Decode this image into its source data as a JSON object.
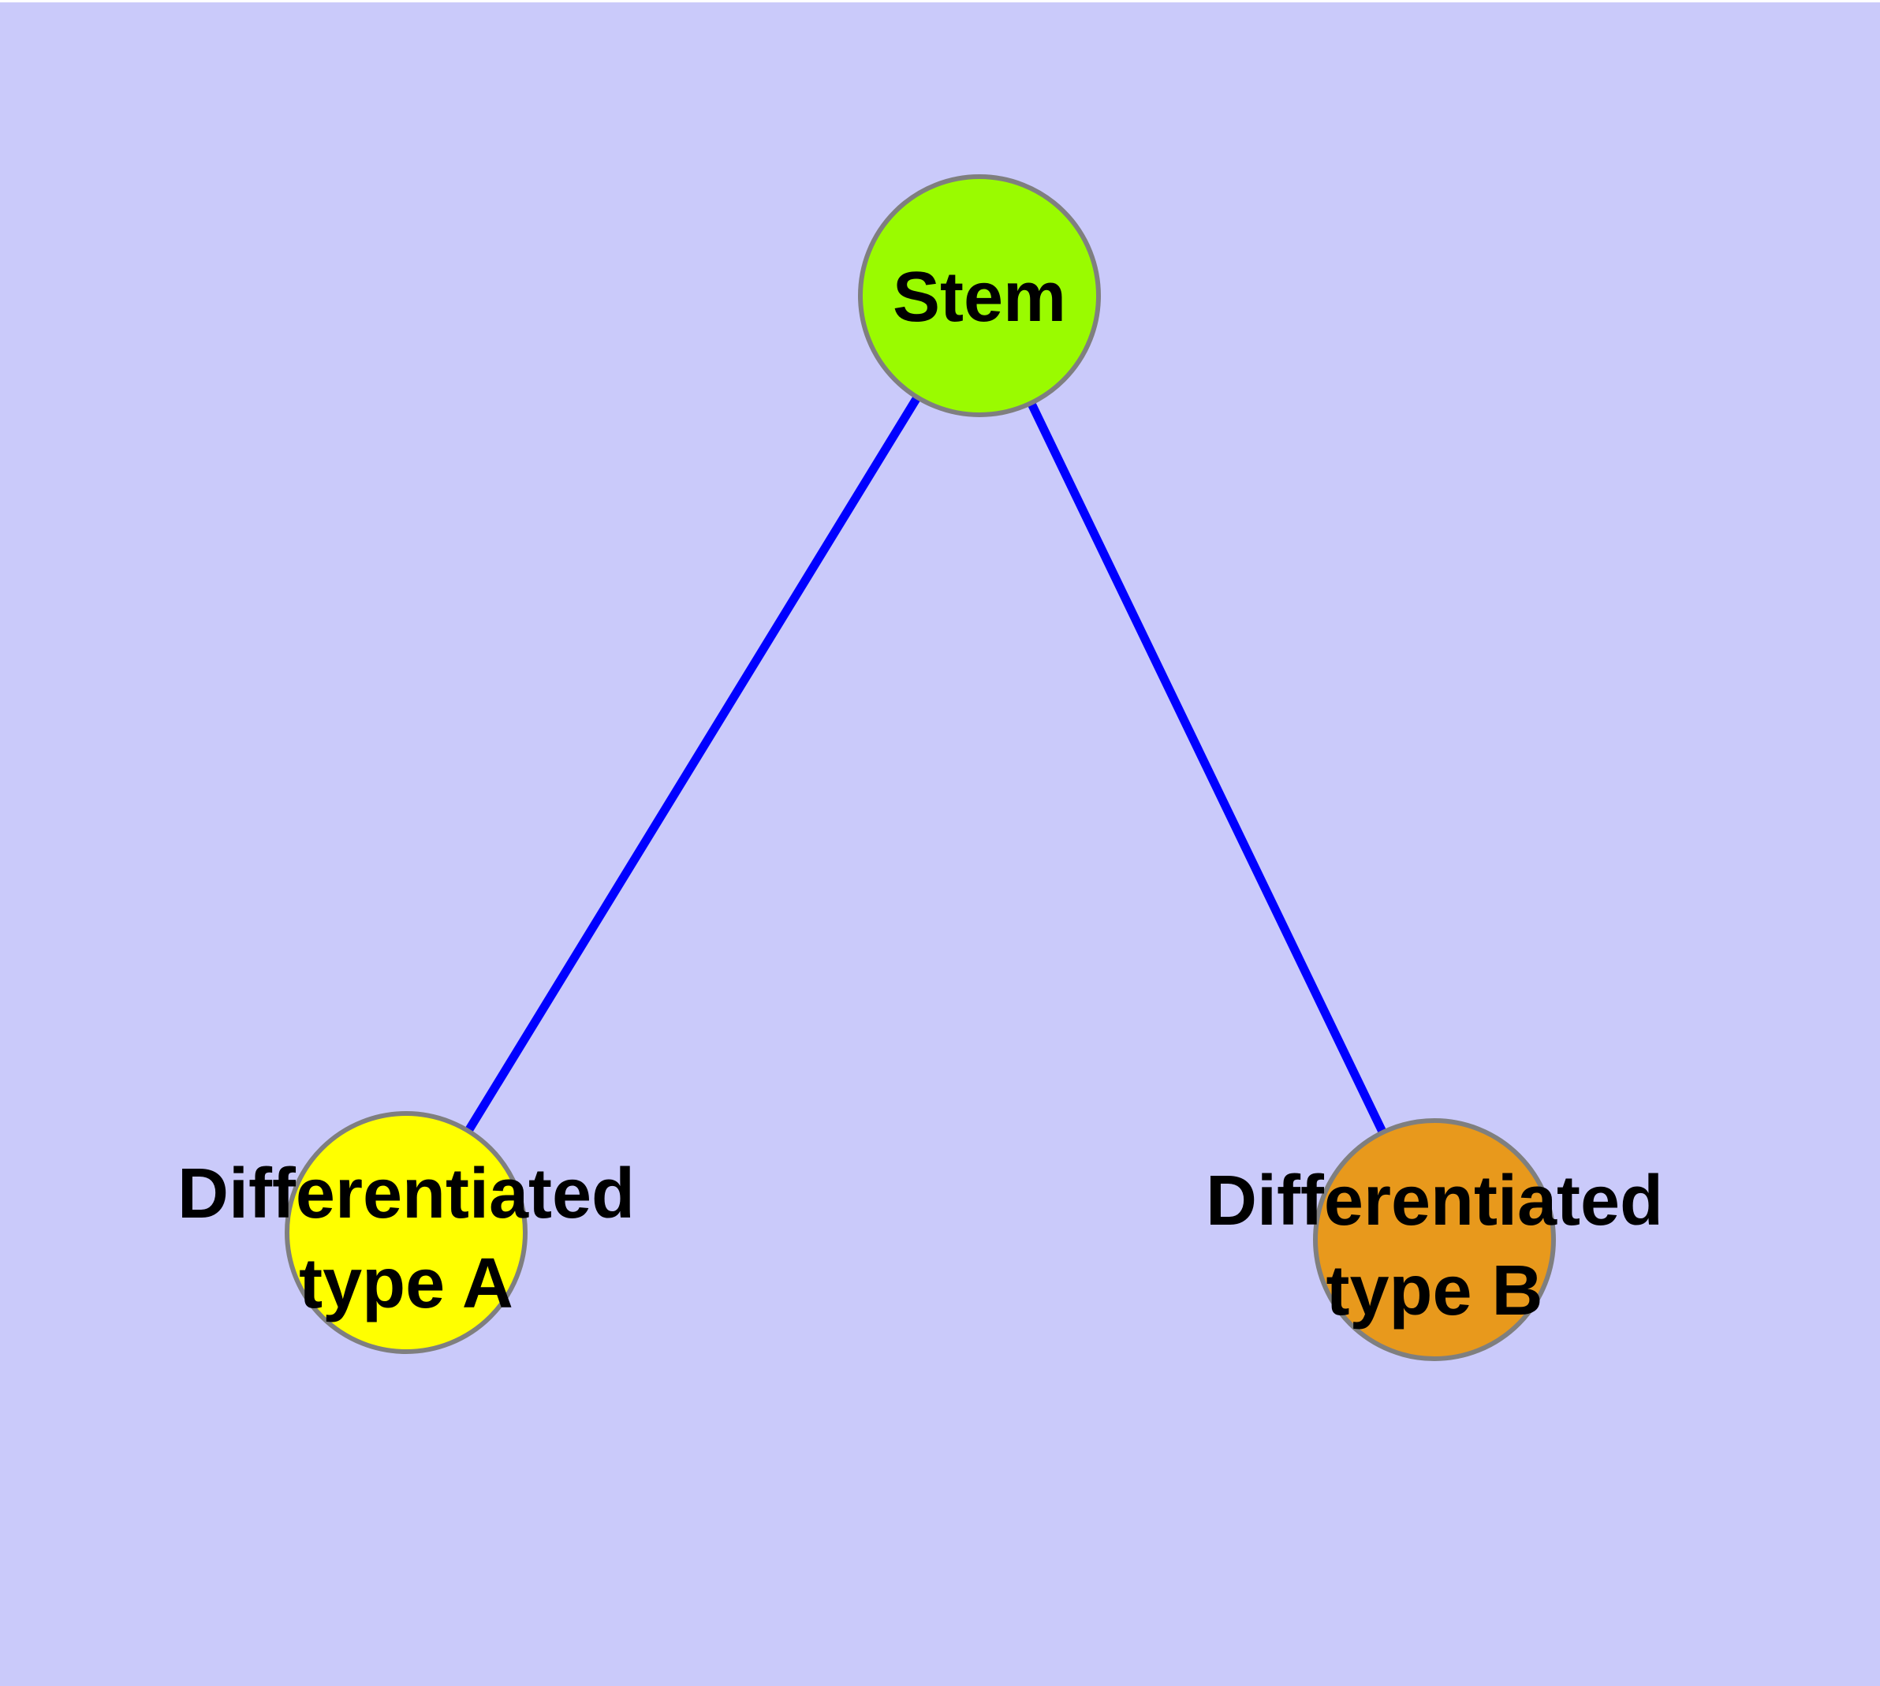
{
  "figure": {
    "background_color": "#cacafa",
    "top_strip_color": "#ffffff",
    "node_border_color": "#7f7f7f",
    "edge_color": "#0000ff",
    "label_color": "#000000"
  },
  "graph": {
    "type": "node-link-diagram",
    "nodes": [
      {
        "id": "stem",
        "label": "Stem",
        "fill": "#9afb00"
      },
      {
        "id": "differentiated-type-a",
        "label": "Differentiated type A",
        "label_line1": "Differentiated",
        "label_line2": "type A",
        "fill": "#ffff00"
      },
      {
        "id": "differentiated-type-b",
        "label": "Differentiated type B",
        "label_line1": "Differentiated",
        "label_line2": "type B",
        "fill": "#e8991c"
      }
    ],
    "edges": [
      {
        "from": "stem",
        "to": "differentiated-type-a"
      },
      {
        "from": "stem",
        "to": "differentiated-type-b"
      }
    ]
  }
}
